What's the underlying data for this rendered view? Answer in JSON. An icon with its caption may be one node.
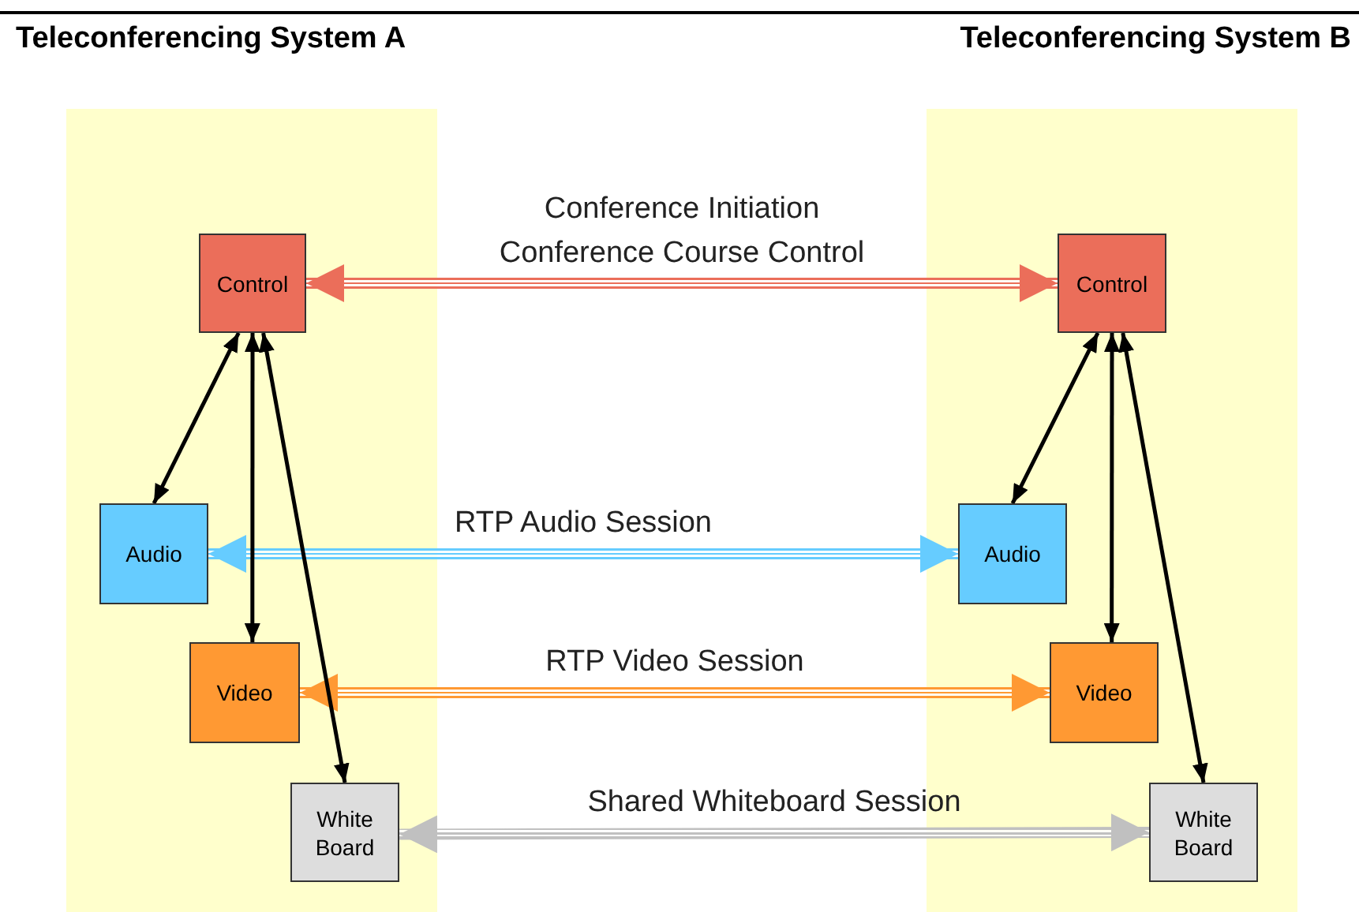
{
  "diagram": {
    "nodes": [
      {
        "text": [
          "Teleconferencing System A"
        ]
      },
      {
        "text": [
          "Control"
        ],
        "in": 0
      },
      {
        "text": [
          "Audio"
        ],
        "in": 0
      },
      {
        "text": [
          "Video"
        ],
        "in": 0
      },
      {
        "text": [
          "White Board"
        ],
        "in": 0
      },
      {
        "text": [
          "Teleconferencing System B"
        ]
      },
      {
        "text": [
          "Control"
        ],
        "in": 5
      },
      {
        "text": [
          "Audio"
        ],
        "in": 5
      },
      {
        "text": [
          "Video"
        ],
        "in": 5
      },
      {
        "text": [
          "White Board"
        ],
        "in": 5
      }
    ],
    "edges": [
      {
        "from": 1,
        "to": 6,
        "arrow": "both",
        "label": "Conference Initiation Conference Course Control",
        "style": "thick",
        "color": "#eb6e5a"
      },
      {
        "from": 2,
        "to": 7,
        "arrow": "both",
        "label": "RTP Audio Session",
        "style": "thick",
        "color": "#66ccff"
      },
      {
        "from": 3,
        "to": 8,
        "arrow": "both",
        "label": "RTP Video Session",
        "style": "thick",
        "color": "#ff9933"
      },
      {
        "from": 4,
        "to": 9,
        "arrow": "both",
        "label": "Shared Whiteboard Session",
        "style": "thick",
        "color": "#c0c0c0"
      },
      {
        "from": 1,
        "to": 2,
        "arrow": "both"
      },
      {
        "from": 1,
        "to": 3,
        "arrow": "both"
      },
      {
        "from": 1,
        "to": 4,
        "arrow": "both"
      },
      {
        "from": 6,
        "to": 7,
        "arrow": "both"
      },
      {
        "from": 6,
        "to": 8,
        "arrow": "both"
      },
      {
        "from": 6,
        "to": 9,
        "arrow": "both"
      }
    ]
  }
}
